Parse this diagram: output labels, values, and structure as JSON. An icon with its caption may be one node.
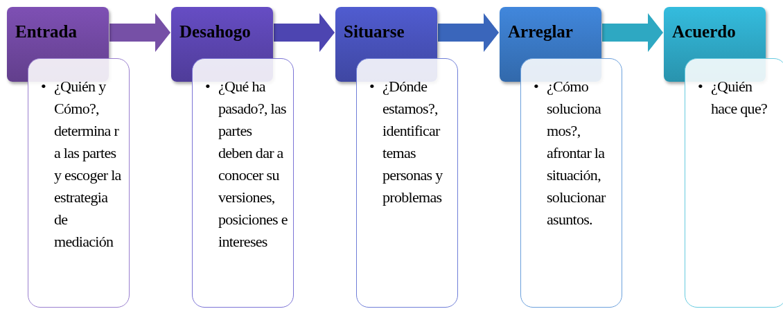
{
  "diagram": {
    "nodes": [
      {
        "text": [
          "Entrada"
        ]
      },
      {
        "text": [
          "•",
          "¿Quién y Cómo?, determina r a las partes y escoger la estrategia de mediación"
        ]
      },
      {
        "text": [
          "Desahogo"
        ]
      },
      {
        "text": [
          "•",
          "¿Qué ha pasado?, las partes deben dar a conocer su versiones, posiciones e intereses"
        ]
      },
      {
        "text": [
          "Situarse"
        ]
      },
      {
        "text": [
          "•",
          "¿Dónde estamos?, identificar temas personas y problemas"
        ]
      },
      {
        "text": [
          "Arreglar"
        ]
      },
      {
        "text": [
          "•",
          "¿Cómo soluciona mos?, afrontar la situación, solucionar asuntos."
        ]
      },
      {
        "text": [
          "Acuerdo"
        ]
      },
      {
        "text": [
          "•",
          "¿Quién hace que?"
        ]
      }
    ],
    "edges": [
      {
        "from": 0,
        "to": 2,
        "arrow": "to",
        "color": "#7650a6"
      },
      {
        "from": 2,
        "to": 4,
        "arrow": "to",
        "color": "#4d45b1"
      },
      {
        "from": 4,
        "to": 6,
        "arrow": "to",
        "color": "#3a66bb"
      },
      {
        "from": 6,
        "to": 8,
        "arrow": "to",
        "color": "#2ea8c2"
      }
    ]
  }
}
